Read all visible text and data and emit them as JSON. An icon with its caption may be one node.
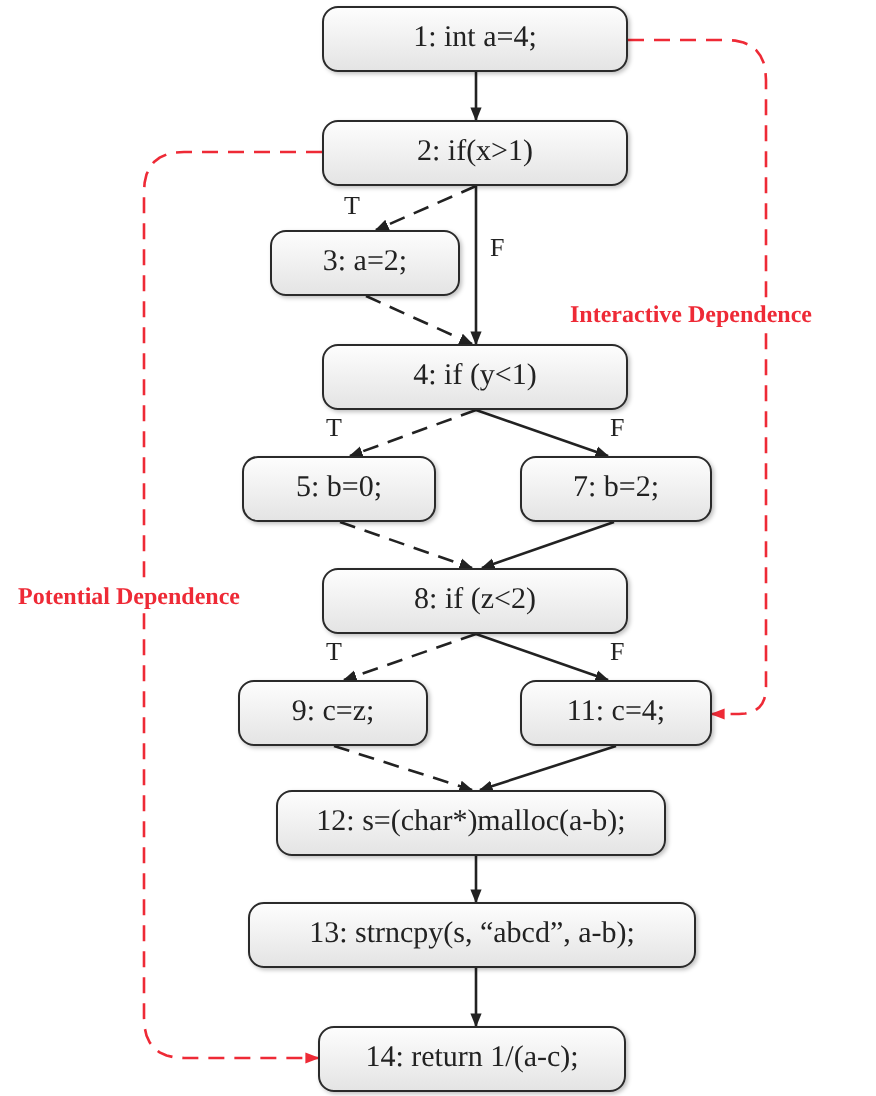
{
  "diagram": {
    "nodes": [
      {
        "text": [
          "1: int a=4;"
        ]
      },
      {
        "text": [
          "2: if(x>1)"
        ]
      },
      {
        "text": [
          "3: a=2;"
        ]
      },
      {
        "text": [
          "4: if (y<1)"
        ]
      },
      {
        "text": [
          "5: b=0;"
        ]
      },
      {
        "text": [
          "7: b=2;"
        ]
      },
      {
        "text": [
          "8: if (z<2)"
        ]
      },
      {
        "text": [
          "9: c=z;"
        ]
      },
      {
        "text": [
          "11: c=4;"
        ]
      },
      {
        "text": [
          "12: s=(char*)malloc(a-b);"
        ]
      },
      {
        "text": [
          "13: strncpy(s, “abcd”, a-b);"
        ]
      },
      {
        "text": [
          "14: return 1/(a-c);"
        ]
      }
    ],
    "edges": [
      {
        "from": 0,
        "to": 1,
        "arrow": "to"
      },
      {
        "from": 1,
        "to": 2,
        "arrow": "to",
        "label": "T",
        "style": "dashed"
      },
      {
        "from": 1,
        "to": 3,
        "arrow": "to",
        "label": "F"
      },
      {
        "from": 2,
        "to": 3,
        "arrow": "to",
        "style": "dashed"
      },
      {
        "from": 3,
        "to": 4,
        "arrow": "to",
        "label": "T",
        "style": "dashed"
      },
      {
        "from": 3,
        "to": 5,
        "arrow": "to",
        "label": "F"
      },
      {
        "from": 4,
        "to": 6,
        "arrow": "to",
        "style": "dashed"
      },
      {
        "from": 5,
        "to": 6,
        "arrow": "to"
      },
      {
        "from": 6,
        "to": 7,
        "arrow": "to",
        "label": "T",
        "style": "dashed"
      },
      {
        "from": 6,
        "to": 8,
        "arrow": "to",
        "label": "F"
      },
      {
        "from": 7,
        "to": 9,
        "arrow": "to",
        "style": "dashed"
      },
      {
        "from": 8,
        "to": 9,
        "arrow": "to"
      },
      {
        "from": 9,
        "to": 10,
        "arrow": "to"
      },
      {
        "from": 10,
        "to": 11,
        "arrow": "to"
      },
      {
        "from": 0,
        "to": 8,
        "arrow": "to",
        "label": "Interactive Dependence",
        "style": "dashed",
        "color": "#ee2a36"
      },
      {
        "from": 1,
        "to": 11,
        "arrow": "to",
        "label": "Potential Dependence",
        "style": "dashed",
        "color": "#ee2a36"
      }
    ]
  }
}
